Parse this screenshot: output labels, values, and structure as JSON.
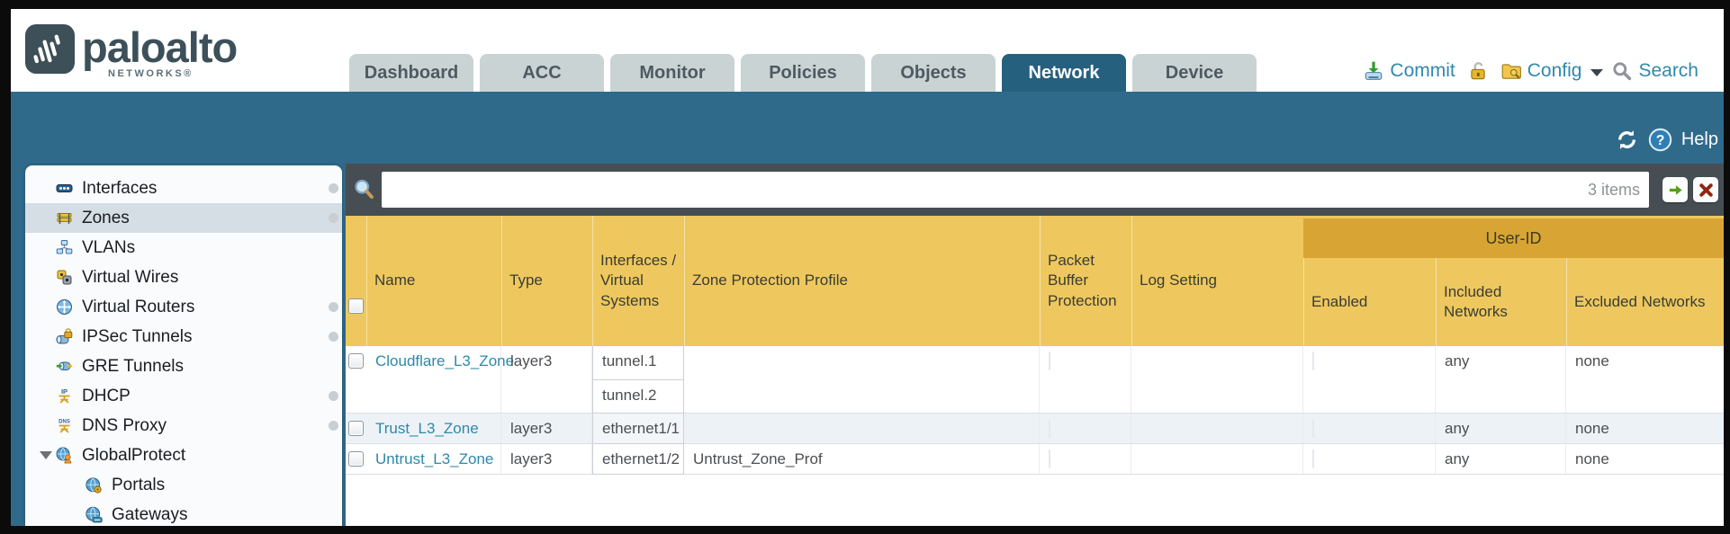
{
  "header": {
    "brand": {
      "name": "paloalto",
      "sub": "NETWORKS®"
    },
    "tabs": [
      {
        "label": "Dashboard",
        "active": false
      },
      {
        "label": "ACC",
        "active": false
      },
      {
        "label": "Monitor",
        "active": false
      },
      {
        "label": "Policies",
        "active": false
      },
      {
        "label": "Objects",
        "active": false
      },
      {
        "label": "Network",
        "active": true
      },
      {
        "label": "Device",
        "active": false
      }
    ],
    "utilities": {
      "commit": "Commit",
      "config": "Config",
      "search": "Search"
    }
  },
  "band": {
    "help": "Help"
  },
  "sidebar": {
    "items": [
      {
        "label": "Interfaces",
        "icon": "interfaces-icon",
        "dot": true,
        "selected": false,
        "indent": false,
        "expanded": false
      },
      {
        "label": "Zones",
        "icon": "zones-icon",
        "dot": true,
        "selected": true,
        "indent": false,
        "expanded": false
      },
      {
        "label": "VLANs",
        "icon": "vlans-icon",
        "dot": false,
        "selected": false,
        "indent": false,
        "expanded": false
      },
      {
        "label": "Virtual Wires",
        "icon": "virtual-wires-icon",
        "dot": false,
        "selected": false,
        "indent": false,
        "expanded": false
      },
      {
        "label": "Virtual Routers",
        "icon": "virtual-routers-icon",
        "dot": true,
        "selected": false,
        "indent": false,
        "expanded": false
      },
      {
        "label": "IPSec Tunnels",
        "icon": "ipsec-tunnels-icon",
        "dot": true,
        "selected": false,
        "indent": false,
        "expanded": false
      },
      {
        "label": "GRE Tunnels",
        "icon": "gre-tunnels-icon",
        "dot": false,
        "selected": false,
        "indent": false,
        "expanded": false
      },
      {
        "label": "DHCP",
        "icon": "dhcp-icon",
        "dot": true,
        "selected": false,
        "indent": false,
        "expanded": false
      },
      {
        "label": "DNS Proxy",
        "icon": "dns-proxy-icon",
        "dot": true,
        "selected": false,
        "indent": false,
        "expanded": false
      },
      {
        "label": "GlobalProtect",
        "icon": "globalprotect-icon",
        "dot": false,
        "selected": false,
        "indent": false,
        "expanded": true
      },
      {
        "label": "Portals",
        "icon": "portals-icon",
        "dot": false,
        "selected": false,
        "indent": true,
        "expanded": false
      },
      {
        "label": "Gateways",
        "icon": "gateways-icon",
        "dot": false,
        "selected": false,
        "indent": true,
        "expanded": false
      }
    ]
  },
  "filter": {
    "value": "",
    "count_label": "3 items"
  },
  "table": {
    "group_header": "User-ID",
    "columns": [
      "",
      "Name",
      "Type",
      "Interfaces / Virtual Systems",
      "Zone Protection Profile",
      "Packet Buffer Protection",
      "Log Setting",
      "Enabled",
      "Included Networks",
      "Excluded Networks"
    ],
    "rows": [
      {
        "name": "Cloudflare_L3_Zone",
        "type": "layer3",
        "interfaces": [
          "tunnel.1",
          "tunnel.2"
        ],
        "zone_protection_profile": "",
        "packet_buffer_protection": false,
        "log_setting": "",
        "enabled": false,
        "included_networks": "any",
        "excluded_networks": "none"
      },
      {
        "name": "Trust_L3_Zone",
        "type": "layer3",
        "interfaces": [
          "ethernet1/1"
        ],
        "zone_protection_profile": "",
        "packet_buffer_protection": false,
        "log_setting": "",
        "enabled": false,
        "included_networks": "any",
        "excluded_networks": "none"
      },
      {
        "name": "Untrust_L3_Zone",
        "type": "layer3",
        "interfaces": [
          "ethernet1/2"
        ],
        "zone_protection_profile": "Untrust_Zone_Prof",
        "packet_buffer_protection": false,
        "log_setting": "",
        "enabled": false,
        "included_networks": "any",
        "excluded_networks": "none"
      }
    ]
  },
  "colors": {
    "band_teal": "#2f6a8b",
    "active_tab": "#26607f",
    "header_gold": "#eec85e",
    "userid_gold": "#d8a535",
    "link_teal": "#2e89a9",
    "filter_strip": "#464d53",
    "alt_row": "#edf2f6"
  }
}
